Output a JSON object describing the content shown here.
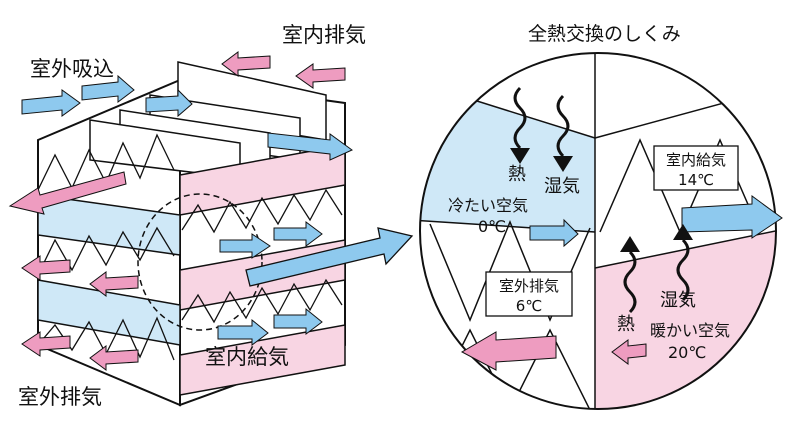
{
  "colors": {
    "cold_fill": "#cfe8f7",
    "cold_arrow": "#8ec9ee",
    "warm_fill": "#f8d5e3",
    "warm_arrow": "#ee9cc0",
    "line": "#111111"
  },
  "left_panel": {
    "outdoor_intake": "室外吸込",
    "indoor_exhaust": "室内排気",
    "outdoor_exhaust": "室外排気",
    "indoor_supply": "室内給気"
  },
  "right_panel": {
    "title": "全熱交換のしくみ",
    "heat_top": "熱",
    "humidity_top": "湿気",
    "cold_air": "冷たい空気",
    "cold_temp": "0℃",
    "indoor_supply_box": {
      "label": "室内給気",
      "temp": "14℃"
    },
    "outdoor_exhaust_box": {
      "label": "室外排気",
      "temp": "6℃"
    },
    "humidity_bottom": "湿気",
    "heat_bottom": "熱",
    "warm_air": "暖かい空気",
    "warm_temp": "20℃"
  }
}
